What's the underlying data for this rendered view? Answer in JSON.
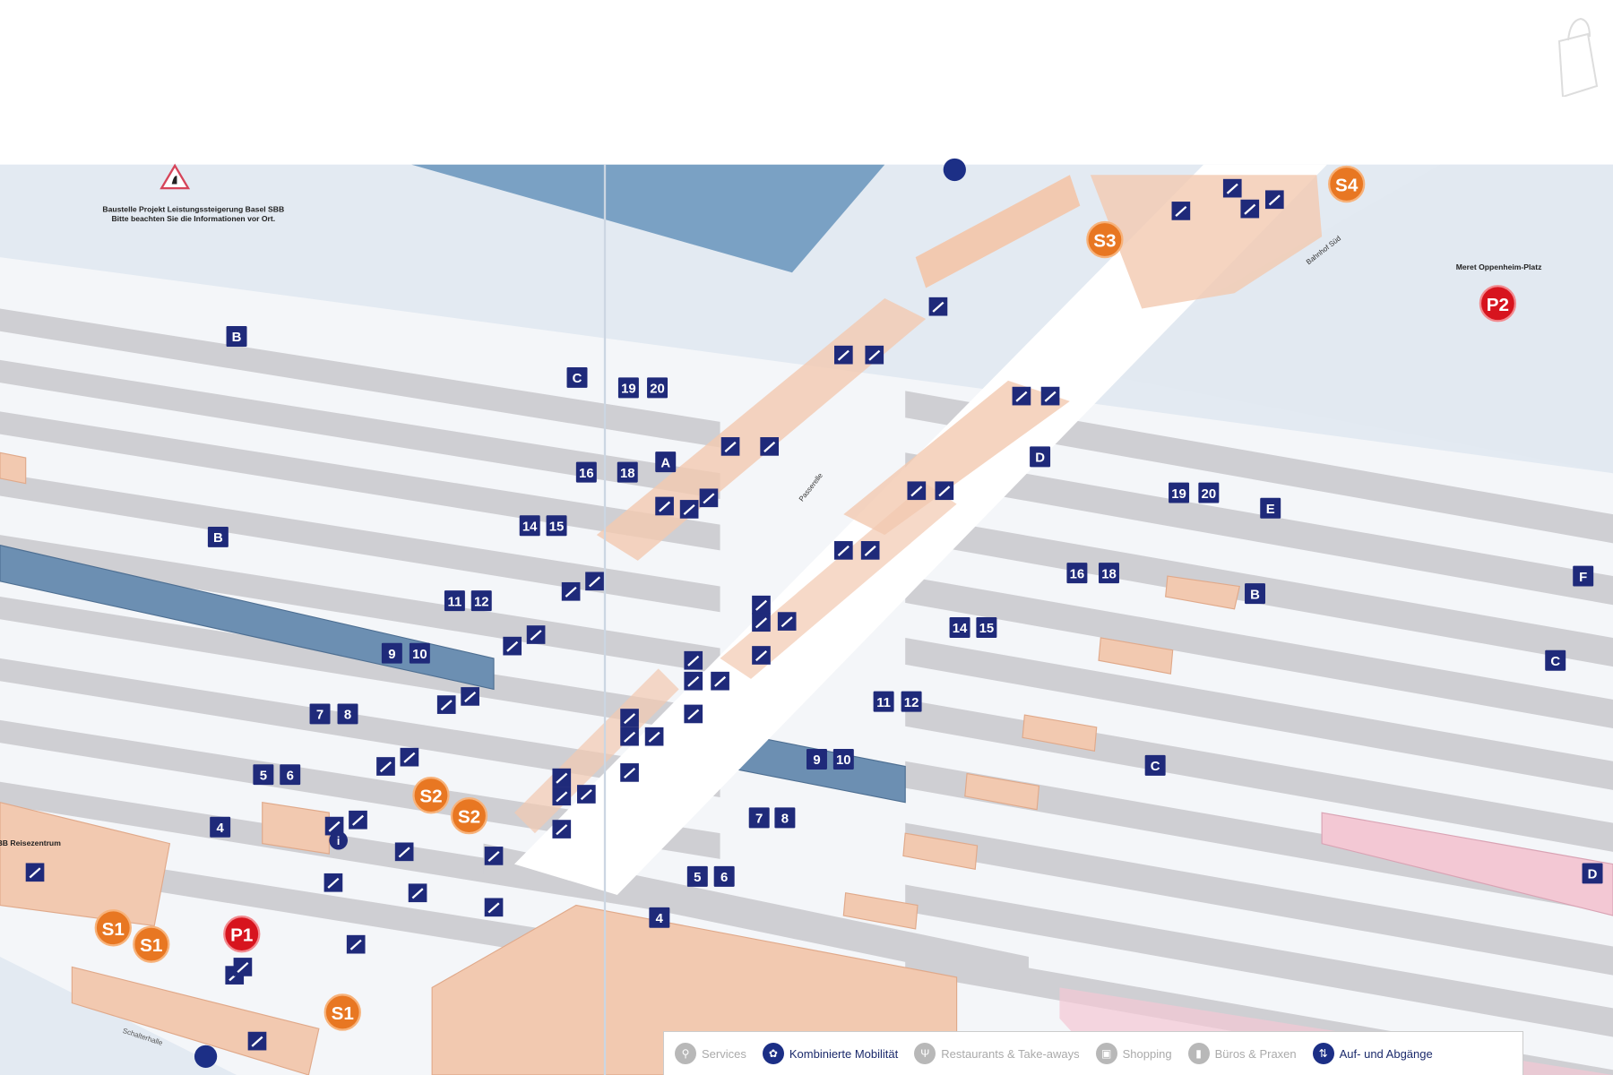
{
  "map": {
    "construction_notice": [
      "Baustelle Projekt Leistungssteigerung Basel SBB",
      "Bitte beachten Sie die Informationen vor Ort."
    ],
    "place_labels": {
      "meret": "Meret Oppenheim-Platz",
      "bahnhof_sued": "Bahnhof Süd",
      "passerelle": "Passerelle",
      "reisezentrum": "SBB Reisezentrum",
      "schalterhalle": "Schalterhalle"
    },
    "platform_markers": [
      "B",
      "C",
      "19",
      "20",
      "A",
      "16",
      "18",
      "14",
      "15",
      "B",
      "11",
      "12",
      "9",
      "10",
      "7",
      "8",
      "5",
      "6",
      "4",
      "D",
      "19",
      "20",
      "E",
      "16",
      "18",
      "B",
      "F",
      "14",
      "15",
      "C",
      "11",
      "12",
      "C",
      "9",
      "10",
      "7",
      "8",
      "5",
      "6",
      "4",
      "D"
    ],
    "stair_markers": [
      "S1",
      "S1",
      "S1",
      "S2",
      "S2",
      "S3",
      "S4"
    ],
    "parking_markers": [
      "P1",
      "P2"
    ],
    "colors": {
      "platform": "#1f2a7a",
      "stairs": "#e87722",
      "parking": "#d7141e",
      "building": "#f2c9b0",
      "track": "#c9c9cc",
      "water": "#dfe8f1"
    }
  },
  "legend": [
    {
      "label": "Services",
      "icon": "wrench-icon",
      "active": false
    },
    {
      "label": "Kombinierte Mobilität",
      "icon": "mobility-icon",
      "active": true
    },
    {
      "label": "Restaurants & Take-aways",
      "icon": "cutlery-icon",
      "active": false
    },
    {
      "label": "Shopping",
      "icon": "shopping-bag-icon",
      "active": false
    },
    {
      "label": "Büros & Praxen",
      "icon": "office-icon",
      "active": false
    },
    {
      "label": "Auf- und Abgänge",
      "icon": "stairs-icon",
      "active": true
    }
  ]
}
